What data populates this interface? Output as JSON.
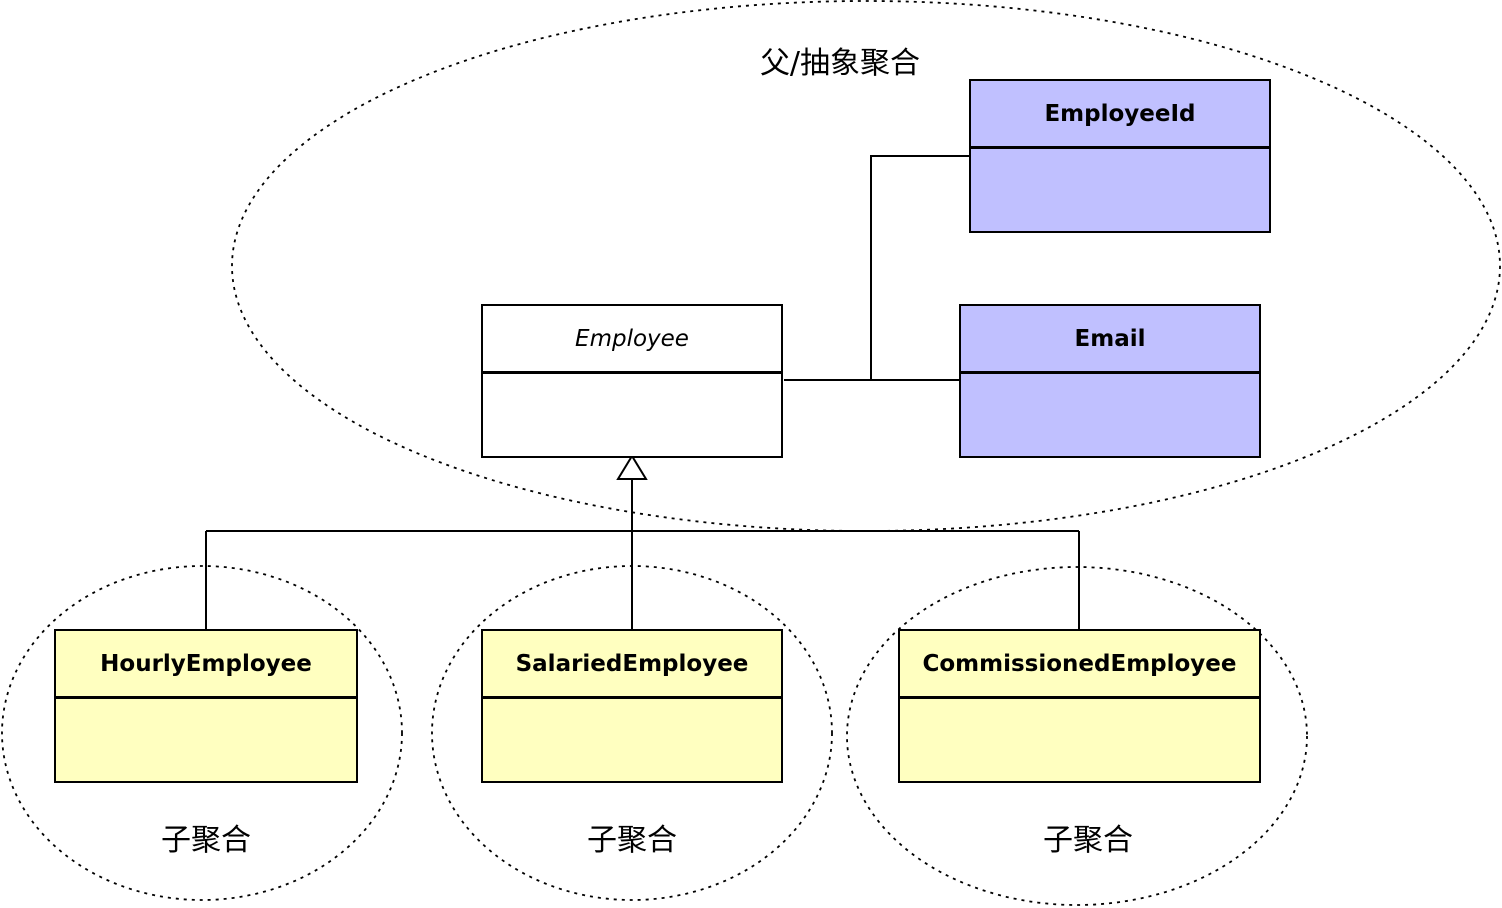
{
  "colors": {
    "blue_fill": "#c0c0ff",
    "yellow_fill": "#ffffc0",
    "white_fill": "#ffffff",
    "line": "#000000"
  },
  "aggregates": {
    "parent_label": "父/抽象聚合",
    "child_label_1": "子聚合",
    "child_label_2": "子聚合",
    "child_label_3": "子聚合"
  },
  "classes": {
    "employee_id": "EmployeeId",
    "email": "Email",
    "employee": "Employee",
    "hourly": "HourlyEmployee",
    "salaried": "SalariedEmployee",
    "commissioned": "CommissionedEmployee"
  }
}
